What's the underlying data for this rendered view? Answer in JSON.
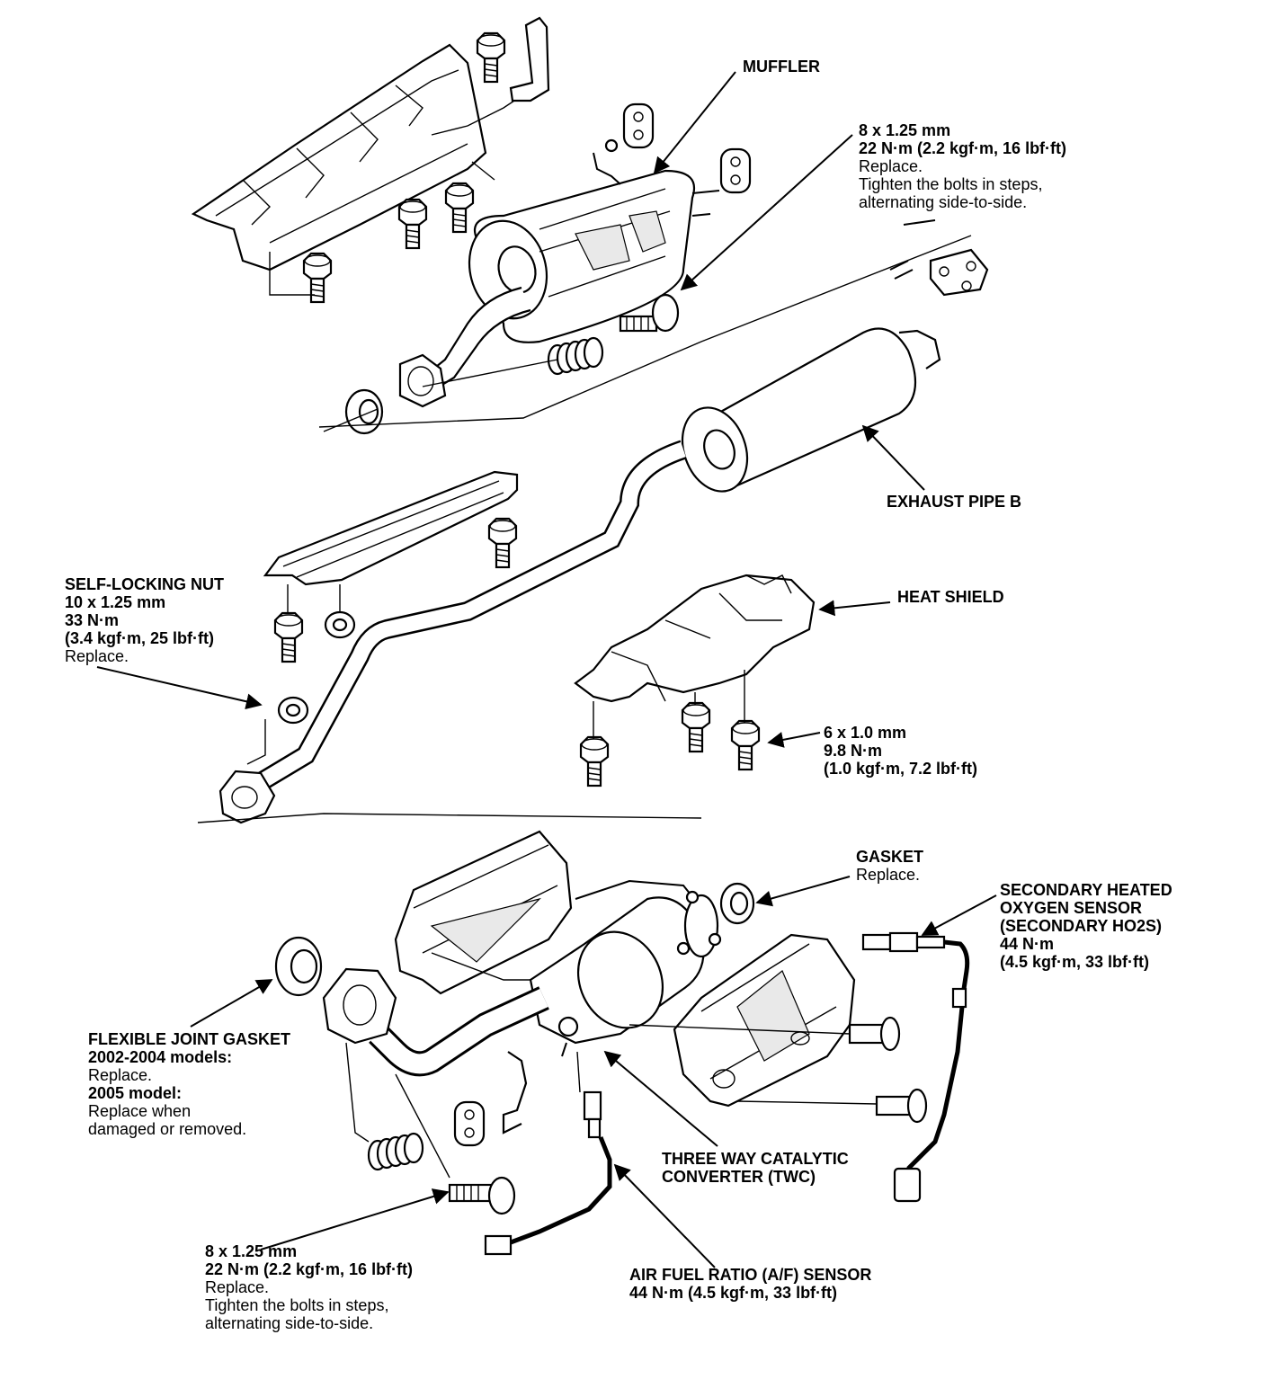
{
  "labels": {
    "muffler": {
      "title": "MUFFLER"
    },
    "muffler_bolt": {
      "spec1": "8 x 1.25 mm",
      "spec2": "22 N·m  (2.2 kgf·m, 16 lbf·ft)",
      "note1": "Replace.",
      "note2": "Tighten the bolts in steps,",
      "note3": "alternating side-to-side."
    },
    "exhaust_pipe_b": {
      "title": "EXHAUST PIPE B"
    },
    "self_locking_nut": {
      "title": "SELF-LOCKING NUT",
      "spec1": "10 x 1.25 mm",
      "spec2": "33 N·m",
      "spec3": "(3.4 kgf·m, 25 lbf·ft)",
      "note1": "Replace."
    },
    "heat_shield": {
      "title": "HEAT SHIELD"
    },
    "heat_shield_bolt": {
      "spec1": "6 x 1.0 mm",
      "spec2": "9.8 N·m",
      "spec3": "(1.0 kgf·m, 7.2 lbf·ft)"
    },
    "gasket": {
      "title": "GASKET",
      "note1": "Replace."
    },
    "secondary_ho2s": {
      "line1": "SECONDARY HEATED",
      "line2": "OXYGEN SENSOR",
      "line3": "(SECONDARY HO2S)",
      "line4": "44 N·m",
      "line5": "(4.5 kgf·m, 33 lbf·ft)"
    },
    "flexible_joint_gasket": {
      "title": "FLEXIBLE JOINT GASKET",
      "models1": "2002-2004 models:",
      "note1": "Replace.",
      "models2": "2005 model:",
      "note2": "Replace when",
      "note3": "damaged or removed."
    },
    "twc": {
      "line1": "THREE WAY CATALYTIC",
      "line2": "CONVERTER (TWC)"
    },
    "twc_bolt": {
      "spec1": "8 x 1.25 mm",
      "spec2": "22 N·m (2.2 kgf·m, 16 lbf·ft)",
      "note1": "Replace.",
      "note2": "Tighten the bolts in steps,",
      "note3": "alternating side-to-side."
    },
    "af_sensor": {
      "title": "AIR FUEL RATIO (A/F) SENSOR",
      "spec1": "44 N·m (4.5 kgf·m, 33 lbf·ft)"
    }
  }
}
